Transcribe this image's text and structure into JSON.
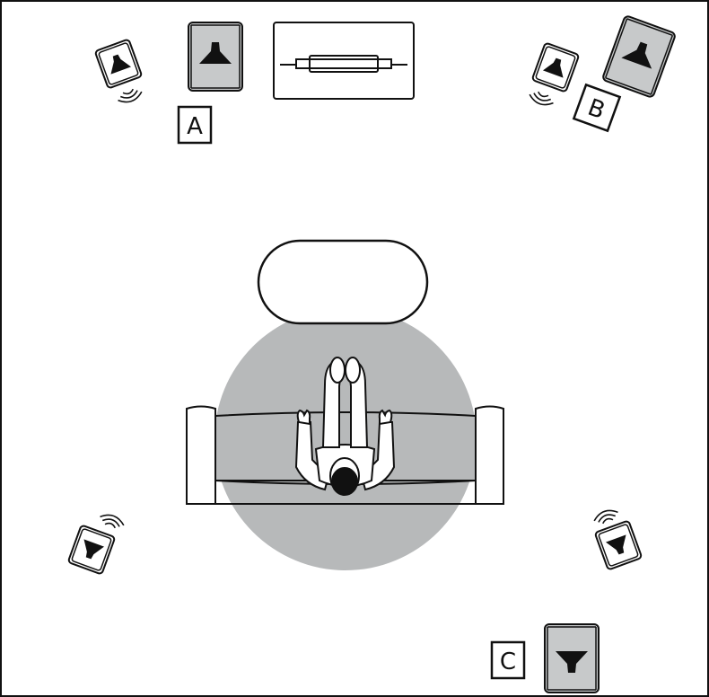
{
  "labels": {
    "a": "A",
    "b": "B",
    "c": "C"
  },
  "colors": {
    "stroke": "#111111",
    "listening_area": "#b7b9ba",
    "sub_fill": "#c7c9ca",
    "paper": "#ffffff"
  }
}
